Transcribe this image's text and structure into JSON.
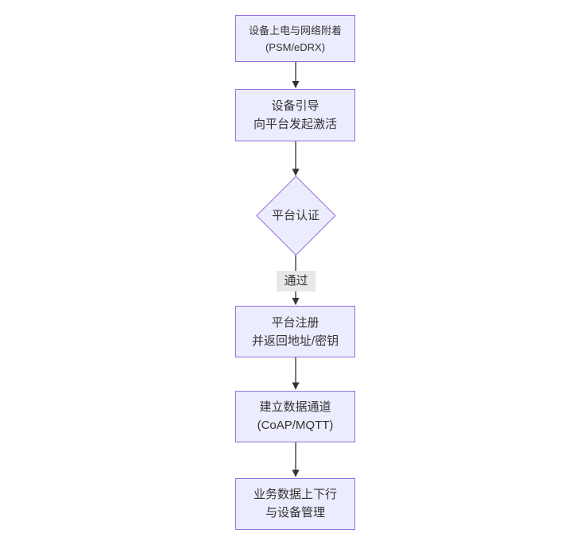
{
  "diagram": {
    "type": "flowchart",
    "direction": "top-down",
    "colors": {
      "background": "#ffffff",
      "node_fill": "#ECECFF",
      "node_border": "#9370DB",
      "text_color": "#333333",
      "arrow_color": "#333333",
      "edge_label_bg": "#e8e8e8"
    },
    "nodes": [
      {
        "id": "device-attach",
        "shape": "rect",
        "lines": [
          "设备上电与网络附着",
          "(PSM/eDRX)"
        ]
      },
      {
        "id": "device-bootstrap",
        "shape": "rect",
        "lines": [
          "设备引导",
          "向平台发起激活"
        ]
      },
      {
        "id": "platform-auth",
        "shape": "diamond",
        "lines": [
          "平台认证"
        ]
      },
      {
        "id": "platform-register",
        "shape": "rect",
        "lines": [
          "平台注册",
          "并返回地址/密钥"
        ]
      },
      {
        "id": "data-channel",
        "shape": "rect",
        "lines": [
          "建立数据通道",
          "(CoAP/MQTT)"
        ]
      },
      {
        "id": "business-data",
        "shape": "rect",
        "lines": [
          "业务数据上下行",
          "与设备管理"
        ]
      }
    ],
    "edges": [
      {
        "from": "device-attach",
        "to": "device-bootstrap",
        "label": ""
      },
      {
        "from": "device-bootstrap",
        "to": "platform-auth",
        "label": ""
      },
      {
        "from": "platform-auth",
        "to": "platform-register",
        "label": "通过"
      },
      {
        "from": "platform-register",
        "to": "data-channel",
        "label": ""
      },
      {
        "from": "data-channel",
        "to": "business-data",
        "label": ""
      }
    ]
  }
}
